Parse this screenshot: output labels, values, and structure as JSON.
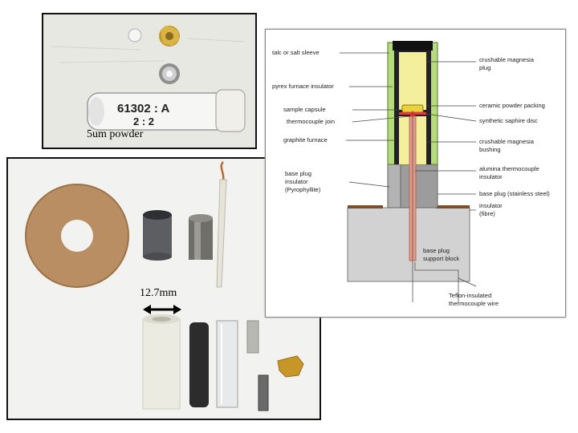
{
  "photos": {
    "top": {
      "caption": "5um powder",
      "tube_label_line1": "61302 : A",
      "tube_label_line2": "2 : 2"
    },
    "bottom": {
      "dimension": "12.7mm"
    }
  },
  "diagram": {
    "labels_left": [
      "talc or salt sleeve",
      "pyrex furnace insulator",
      "sample capsule",
      "thermocouple join",
      "graphite furnace",
      "base plug",
      "insulator",
      "(Pyrophyllite)"
    ],
    "labels_right": [
      "crushable magnesia",
      "plug",
      "ceramic powder packing",
      "synthetic saphire disc",
      "crushable magnesia",
      "bushing",
      "alumina thermocouple",
      "insulator",
      "base plug (stainless steel)",
      "insulator",
      "(fibre)"
    ],
    "labels_bottom": [
      "base plug",
      "support block",
      "Teflon-insulated",
      "thermocouple wire"
    ]
  }
}
